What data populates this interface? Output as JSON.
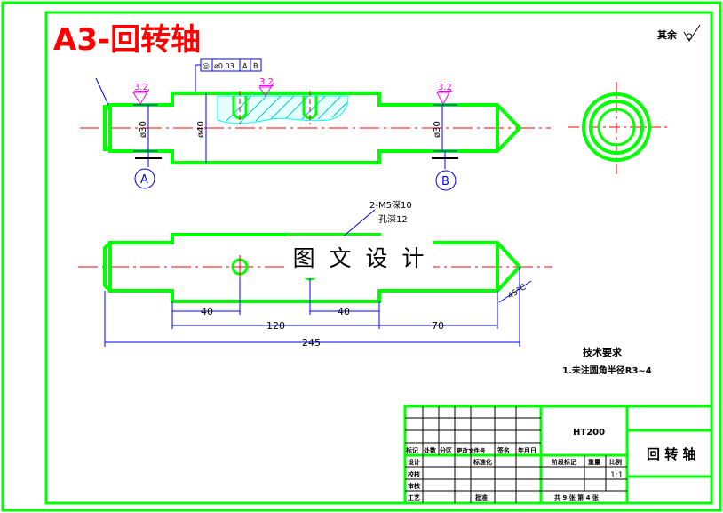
{
  "title": "A3-回转轴",
  "roughness_note": "其余",
  "watermark": "图 文 设 计",
  "colors": {
    "outline": "#00ff00",
    "centerline": "#ff0000",
    "dimension": "#0000ff",
    "roughness": "#ff00ff",
    "hatch": "#00c8c8",
    "text": "#000000"
  },
  "front_view": {
    "roughness_values": [
      "3.2",
      "3.2",
      "3.2"
    ],
    "diameters": [
      "ø30",
      "ø40",
      "ø30"
    ],
    "tolerance_frame": [
      "◎",
      "ø0.03",
      "A",
      "B"
    ],
    "datums": [
      "A",
      "B"
    ]
  },
  "top_view": {
    "hole_note_line1": "2-M5深10",
    "hole_note_line2": "孔深12",
    "dimensions": [
      "40",
      "120",
      "40",
      "70",
      "245"
    ],
    "chamfer": "45°C"
  },
  "technical_requirements": {
    "heading": "技术要求",
    "item": "1.未注圆角半径R3~4"
  },
  "title_block": {
    "material": "HT200",
    "part_name": "回 转 轴",
    "scale": "1:1",
    "headers": [
      "标记",
      "处数",
      "分区",
      "更改文件号",
      "签名",
      "年月日"
    ],
    "roles": [
      "设计",
      "校核",
      "审核",
      "工艺"
    ],
    "std_label": "标准化",
    "approve_label": "批准",
    "stage_label": "阶段标记",
    "weight_label": "重量",
    "scale_label": "比例",
    "sheet_info": "共 9 张  第 4 张"
  }
}
